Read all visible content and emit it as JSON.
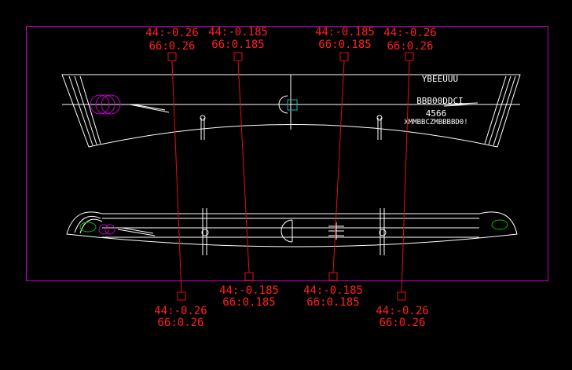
{
  "drawing": {
    "colors": {
      "frame": "#c000c0",
      "callout": "#ff2020",
      "geometry": "#ffffff",
      "hole": "#00c000",
      "center": "#00c0c0"
    },
    "callouts": [
      {
        "line1": "44:-0.26",
        "line2": "66:0.26"
      },
      {
        "line1": "44:-0.185",
        "line2": "66:0.185"
      },
      {
        "line1": "44:-0.185",
        "line2": "66:0.185"
      },
      {
        "line1": "44:-0.26",
        "line2": "66:0.26"
      },
      {
        "line1": "44:-0.26",
        "line2": "66:0.26"
      },
      {
        "line1": "44:-0.185",
        "line2": "66:0.185"
      },
      {
        "line1": "44:-0.185",
        "line2": "66:0.185"
      },
      {
        "line1": "44:-0.26",
        "line2": "66:0.26"
      }
    ],
    "part_text": {
      "line1": "YBEEUUU",
      "line2": "BBB00DDCI",
      "line3": "4566",
      "line4": "XMMBBCZMBBBBD0!"
    }
  }
}
